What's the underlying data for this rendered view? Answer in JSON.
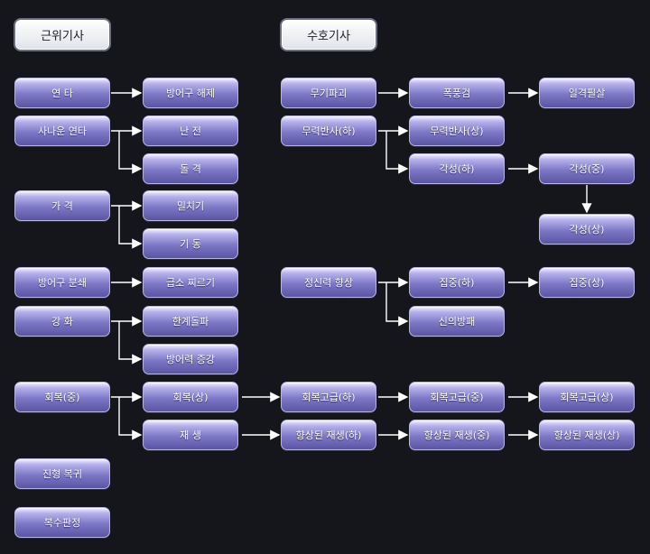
{
  "headers": {
    "left": "근위기사",
    "right": "수호기사"
  },
  "nodes": {
    "yeonta": "연 타",
    "bangeogu_haeje": "방어구 해제",
    "munpagi": "무기파괴",
    "pokpunggeom": "폭풍검",
    "ilgyeok_pilsal": "일격필살",
    "sanaun_yeonta": "사나운 연타",
    "nanjeon": "난 전",
    "muryeok_ha": "무력반사(하)",
    "muryeok_sang": "무력반사(상)",
    "dolgyeok": "돌 격",
    "gakseong_ha": "각성(하)",
    "gakseong_jung": "각성(중)",
    "gagyeok": "가 격",
    "milchigi": "밀치기",
    "gidong": "기 동",
    "gakseong_sang": "각성(상)",
    "bangeogu_bunswae": "방어구 분쇄",
    "geupso_jjireugi": "급소 찌르기",
    "jeongsin": "정신력 향상",
    "jipjung_ha": "집중(하)",
    "jipjung_sang": "집중(상)",
    "ganghwa": "강 화",
    "hangye": "한계돌파",
    "sinui": "신의방패",
    "bangeo_jeunggang": "방어력 증강",
    "hoebok_jung": "회복(중)",
    "hoebok_sang": "회복(상)",
    "hoebok_gogeup_ha": "회복고급(하)",
    "hoebok_gogeup_jung": "회복고급(중)",
    "hoebok_gogeup_sang": "회복고급(상)",
    "jaesaeng": "재 생",
    "hyangsang_ha": "향상된 재생(하)",
    "hyangsang_jung": "향상된 재생(중)",
    "hyangsang_sang": "향상된 재생(상)",
    "jinhyeong": "진형 복귀",
    "boksu": "복수판정"
  },
  "colors": {
    "background": "#14161c",
    "arrow": "#ffffff"
  }
}
